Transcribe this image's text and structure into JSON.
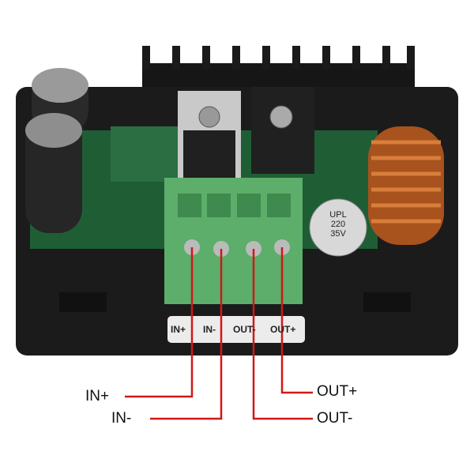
{
  "terminal_strip": [
    "IN+",
    "IN-",
    "OUT-",
    "OUT+"
  ],
  "callouts": {
    "in_plus": "IN+",
    "in_minus": "IN-",
    "out_minus": "OUT-",
    "out_plus": "OUT+"
  },
  "capacitor": {
    "brand": "UPL",
    "value": "220",
    "voltage": "35V"
  },
  "colors": {
    "line": "#d01818",
    "pcb": "#1f5e35",
    "terminal": "#5cae6a",
    "case": "#1b1b1b"
  }
}
